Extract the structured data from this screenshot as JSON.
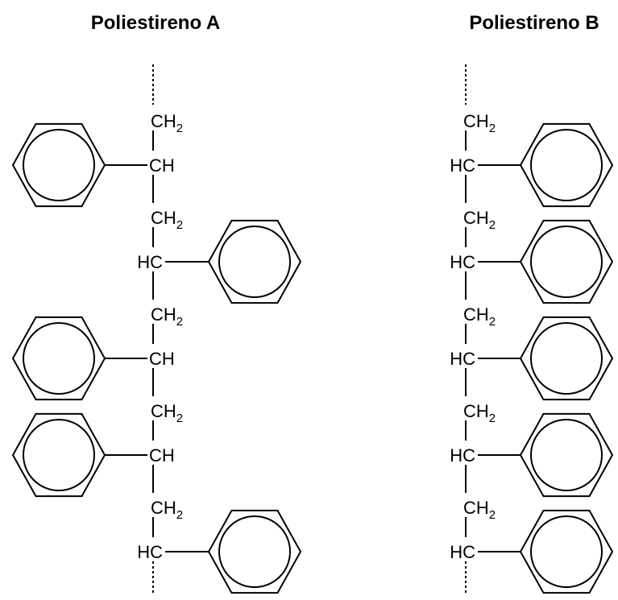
{
  "titles": {
    "left": "Poliestireno A",
    "right": "Poliestireno B"
  },
  "chains": {
    "A": {
      "units": [
        {
          "ch2": {
            "main": "CH",
            "sub": "2"
          },
          "ch": "CH",
          "phenyl_side": "left"
        },
        {
          "ch2": {
            "main": "CH",
            "sub": "2"
          },
          "ch": "HC",
          "phenyl_side": "right"
        },
        {
          "ch2": {
            "main": "CH",
            "sub": "2"
          },
          "ch": "CH",
          "phenyl_side": "left"
        },
        {
          "ch2": {
            "main": "CH",
            "sub": "2"
          },
          "ch": "CH",
          "phenyl_side": "left"
        },
        {
          "ch2": {
            "main": "CH",
            "sub": "2"
          },
          "ch": "HC",
          "phenyl_side": "right"
        }
      ]
    },
    "B": {
      "units": [
        {
          "ch2": {
            "main": "CH",
            "sub": "2"
          },
          "ch": "HC",
          "phenyl_side": "right"
        },
        {
          "ch2": {
            "main": "CH",
            "sub": "2"
          },
          "ch": "HC",
          "phenyl_side": "right"
        },
        {
          "ch2": {
            "main": "CH",
            "sub": "2"
          },
          "ch": "HC",
          "phenyl_side": "right"
        },
        {
          "ch2": {
            "main": "CH",
            "sub": "2"
          },
          "ch": "HC",
          "phenyl_side": "right"
        },
        {
          "ch2": {
            "main": "CH",
            "sub": "2"
          },
          "ch": "HC",
          "phenyl_side": "right"
        }
      ]
    }
  },
  "colors": {
    "line": "#000000",
    "background": "#ffffff"
  }
}
